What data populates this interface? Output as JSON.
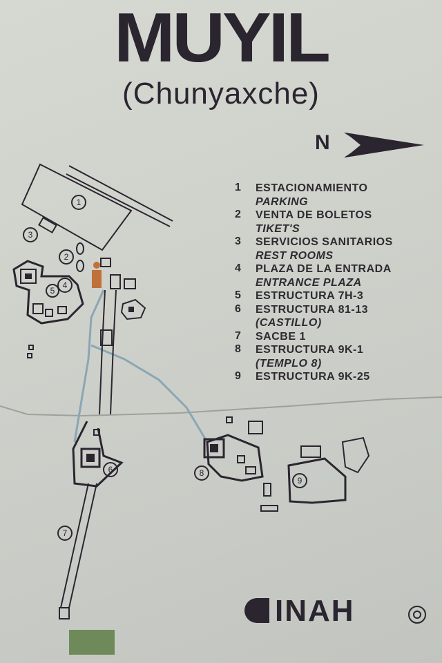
{
  "title": "MUYIL",
  "subtitle": "(Chunyaxche)",
  "north_label": "N",
  "legend": [
    {
      "number": "1",
      "spanish": "ESTACIONAMIENTO",
      "english": "PARKING"
    },
    {
      "number": "2",
      "spanish": "VENTA DE BOLETOS",
      "english": "TIKET'S"
    },
    {
      "number": "3",
      "spanish": "SERVICIOS SANITARIOS",
      "english": "REST ROOMS"
    },
    {
      "number": "4",
      "spanish": "PLAZA DE LA ENTRADA",
      "english": "ENTRANCE PLAZA"
    },
    {
      "number": "5",
      "spanish": "ESTRUCTURA 7H-3",
      "english": ""
    },
    {
      "number": "6",
      "spanish": "ESTRUCTURA 81-13",
      "english": "(CASTILLO)"
    },
    {
      "number": "7",
      "spanish": "SACBE 1",
      "english": ""
    },
    {
      "number": "8",
      "spanish": "ESTRUCTURA 9K-1",
      "english": "(TEMPLO 8)"
    },
    {
      "number": "9",
      "spanish": "ESTRUCTURA 9K-25",
      "english": ""
    }
  ],
  "map_markers": [
    "1",
    "2",
    "3",
    "4",
    "5",
    "6",
    "7",
    "8",
    "9"
  ],
  "logo_text": "INAH",
  "colors": {
    "sign": "#d2d4ce",
    "ink": "#2b2530",
    "path": "#8aa6b4",
    "you_are_here": "#c0703a"
  }
}
